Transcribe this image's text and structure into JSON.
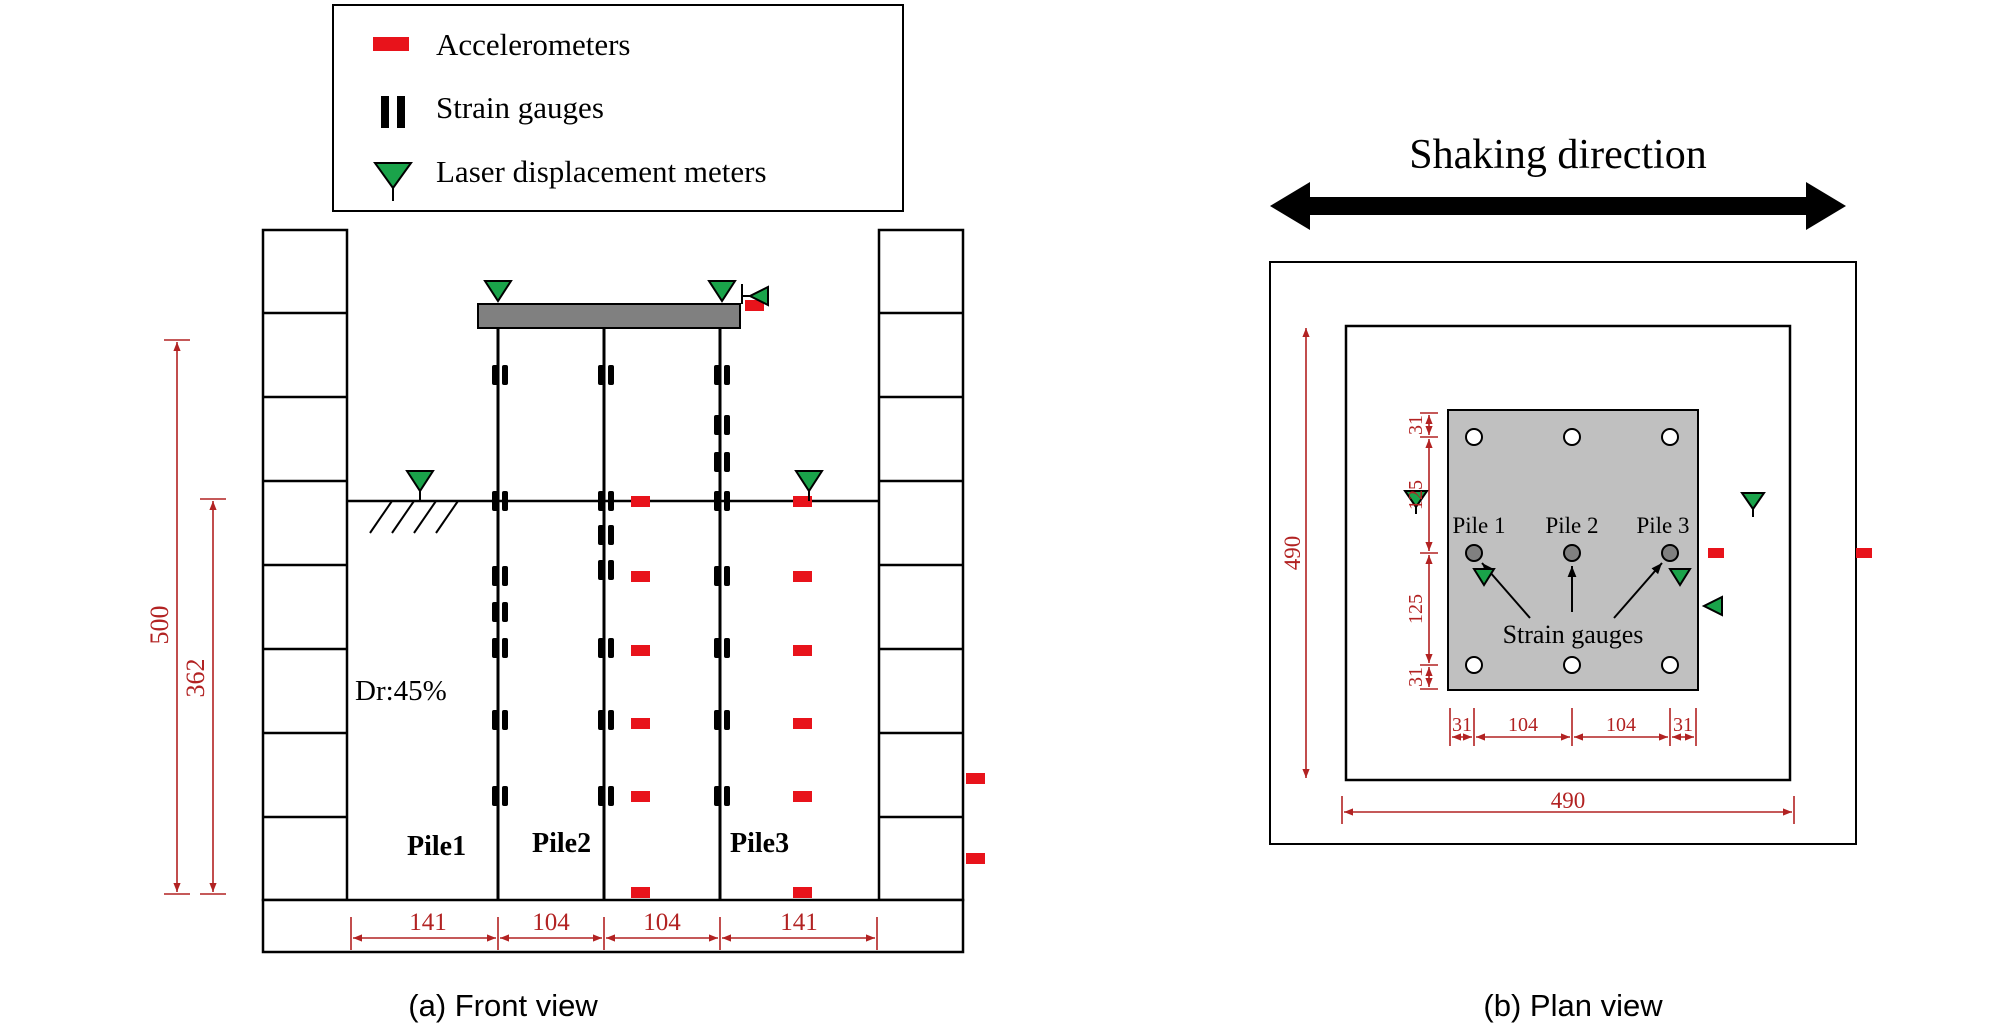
{
  "legend": {
    "accelerometers": "Accelerometers",
    "strain_gauges": "Strain gauges",
    "laser_meters": "Laser displacement meters"
  },
  "front_view": {
    "caption": "(a)  Front  view",
    "soil_label": "Dr:45%",
    "pile_labels": [
      "Pile1",
      "Pile2",
      "Pile3"
    ],
    "dim_total_height": "500",
    "dim_soil_depth": "362",
    "dim_spacings": [
      "141",
      "104",
      "104",
      "141"
    ]
  },
  "plan_view": {
    "caption": "(b)  Plan  view",
    "shaking_direction": "Shaking direction",
    "pile_labels": [
      "Pile 1",
      "Pile 2",
      "Pile 3"
    ],
    "strain_gauges_label": "Strain gauges",
    "dim_vertical_outer": "490",
    "dim_horizontal_outer": "490",
    "dim_vertical_parts": [
      "31",
      "125",
      "125",
      "31"
    ],
    "dim_horizontal_parts": [
      "31",
      "104",
      "104",
      "31"
    ]
  },
  "colors": {
    "accelerometer": "#e8131b",
    "laser_meter": "#1aa34a",
    "dimension": "#b22222",
    "cap": "#808080",
    "plan_cap": "#c0c0c0"
  }
}
